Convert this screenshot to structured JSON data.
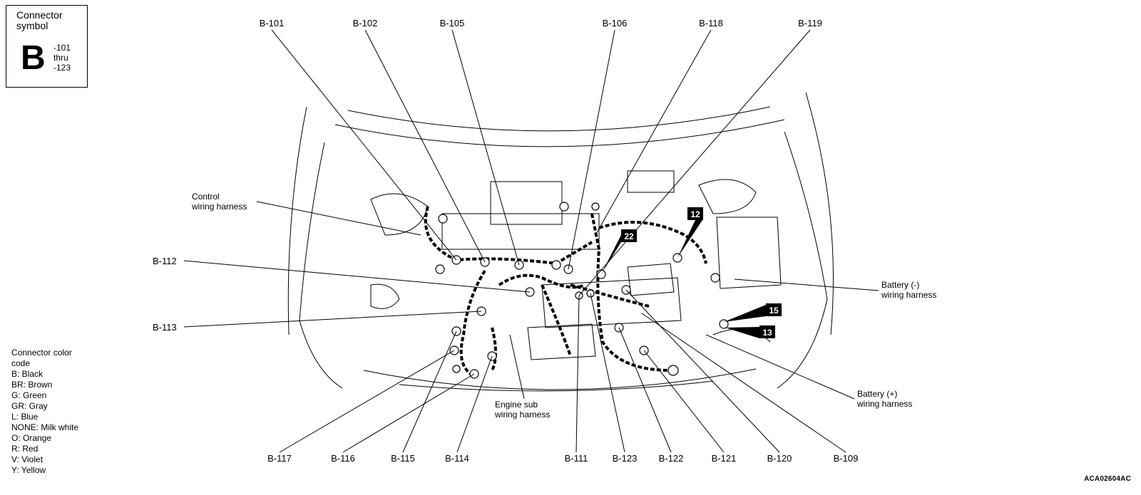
{
  "symbol_box": {
    "title": "Connector symbol",
    "letter": "B",
    "range_from": "-101",
    "range_mid": "thru",
    "range_to": "-123"
  },
  "top_labels": [
    "B-101",
    "B-102",
    "B-105",
    "B-106",
    "B-118",
    "B-119"
  ],
  "bottom_labels": [
    "B-117",
    "B-116",
    "B-115",
    "B-114",
    "B-111",
    "B-123",
    "B-122",
    "B-121",
    "B-120",
    "B-109"
  ],
  "left_labels": [
    "B-112",
    "B-113"
  ],
  "harness_labels": {
    "control": [
      "Control",
      "wiring harness"
    ],
    "engine_sub": [
      "Engine sub",
      "wiring harness"
    ],
    "battery_neg": [
      "Battery (-)",
      "wiring harness"
    ],
    "battery_pos": [
      "Battery (+)",
      "wiring harness"
    ]
  },
  "tags": [
    "12",
    "22",
    "15",
    "13"
  ],
  "legend": {
    "title": "Connector color code",
    "items": [
      "B: Black",
      "BR: Brown",
      "G: Green",
      "GR: Gray",
      "L: Blue",
      "NONE: Milk white",
      "O: Orange",
      "R: Red",
      "V: Violet",
      "Y: Yellow"
    ]
  },
  "figure_code": "ACA02604AC"
}
